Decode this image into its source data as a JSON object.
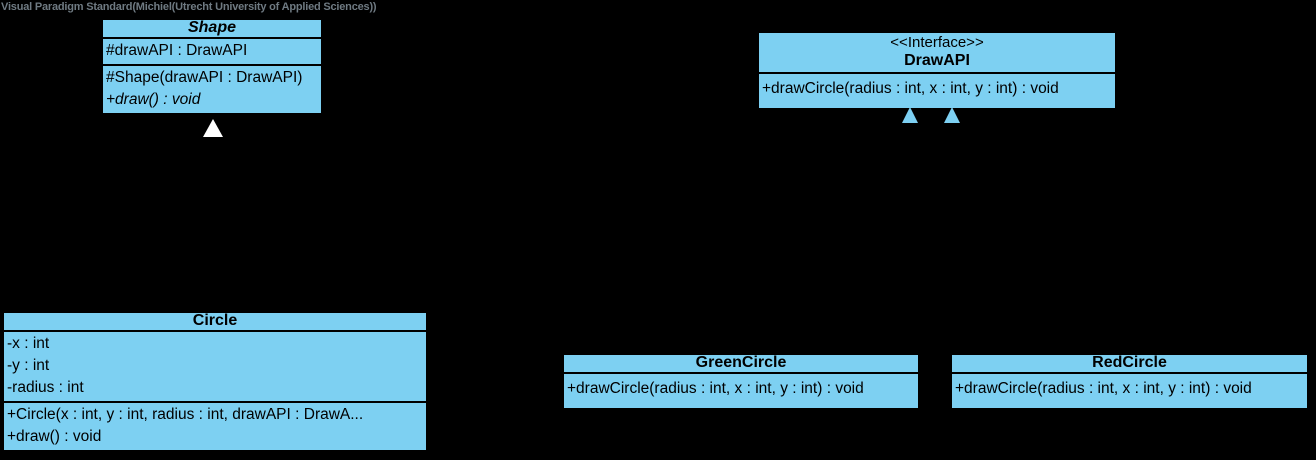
{
  "watermark": "Visual Paradigm Standard(Michiel(Utrecht University of Applied Sciences))",
  "colors": {
    "background": "#000000",
    "node_fill": "#7DD0F2",
    "node_border": "#000000",
    "node_text": "#000000",
    "watermark_text": "#6F7A82",
    "generalization_arrowhead": "#FFFFFF",
    "realization_arrowhead": "#7DD0F2"
  },
  "classes": {
    "shape": {
      "title": "Shape",
      "attributes": [
        "#drawAPI : DrawAPI"
      ],
      "operations": [
        "#Shape(drawAPI : DrawAPI)",
        "+draw() : void"
      ]
    },
    "drawapi": {
      "stereotype": "<<Interface>>",
      "title": "DrawAPI",
      "operations": [
        "+drawCircle(radius : int, x : int, y : int) : void"
      ]
    },
    "circle": {
      "title": "Circle",
      "attributes": [
        "-x : int",
        "-y : int",
        "-radius : int"
      ],
      "operations": [
        "+Circle(x : int, y : int, radius : int, drawAPI : DrawA...",
        "+draw() : void"
      ]
    },
    "greencircle": {
      "title": "GreenCircle",
      "operations": [
        "+drawCircle(radius : int, x : int, y : int) : void"
      ]
    },
    "redcircle": {
      "title": "RedCircle",
      "operations": [
        "+drawCircle(radius : int, x : int, y : int) : void"
      ]
    }
  },
  "relationships": [
    {
      "type": "generalization",
      "from": "Circle",
      "to": "Shape"
    },
    {
      "type": "realization",
      "from": "GreenCircle",
      "to": "DrawAPI"
    },
    {
      "type": "realization",
      "from": "RedCircle",
      "to": "DrawAPI"
    }
  ]
}
